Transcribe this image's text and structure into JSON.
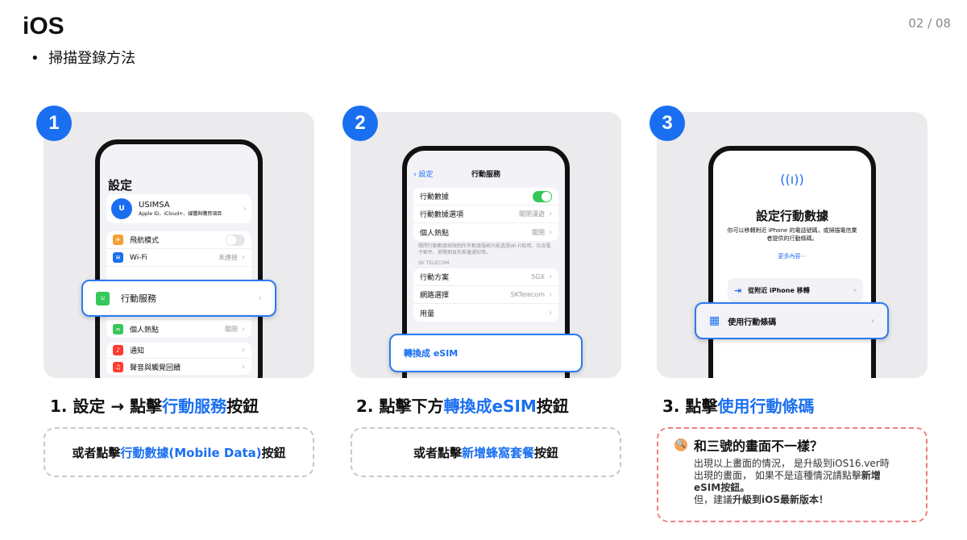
{
  "header": {
    "title": "iOS",
    "bullet": "•",
    "subtitle": "掃描登錄方法",
    "page": "02 / 08"
  },
  "colors": {
    "accent": "#1a6ff0",
    "card_bg": "#ebebed",
    "warn_border": "#f08080"
  },
  "steps": [
    {
      "number": "1",
      "screen": {
        "title": "設定",
        "account_name": "USIMSA",
        "account_sub": "Apple ID、iCloud+、媒體與購買項目",
        "rows": [
          {
            "label": "飛航模式",
            "icon": "airplane-icon"
          },
          {
            "label": "Wi-Fi",
            "value": "未連接",
            "icon": "wifi-icon"
          },
          {
            "label": "行動服務",
            "icon": "antenna-icon"
          },
          {
            "label": "個人熱點",
            "value": "關閉",
            "icon": "hotspot-icon"
          },
          {
            "label": "通知",
            "icon": "bell-icon"
          },
          {
            "label": "聲音與觸覺回饋",
            "icon": "sound-icon"
          }
        ]
      },
      "highlight": "行動服務",
      "caption": {
        "pre": "1. 設定 → 點擊",
        "hl": "行動服務",
        "post": "按鈕"
      },
      "note": {
        "pre": "或者點擊",
        "hl": "行動數據(Mobile Data)",
        "post": "按鈕"
      }
    },
    {
      "number": "2",
      "screen": {
        "back": "設定",
        "title": "行動服務",
        "rows1": [
          {
            "label": "行動數據"
          },
          {
            "label": "行動數據選項",
            "value": "關閉漫遊"
          },
          {
            "label": "個人熱點",
            "value": "關閉"
          }
        ],
        "footnote": "關閉行動數據來限制所有數據服務只能透過Wi-Fi取用，包含電子郵件、瀏覽網頁和推播通知等。",
        "section": "SK TELECOM",
        "rows2": [
          {
            "label": "行動方案",
            "value": "5GX"
          },
          {
            "label": "網路選擇",
            "value": "SKTelecom"
          },
          {
            "label": "用量"
          }
        ]
      },
      "highlight": "轉換成 eSIM",
      "caption": {
        "pre": "2. 點擊下方",
        "hl": "轉換成eSIM",
        "post": "按鈕"
      },
      "note": {
        "pre": "或者點擊",
        "hl": "新增蜂窩套餐",
        "post": "按鈕"
      }
    },
    {
      "number": "3",
      "screen": {
        "title": "設定行動數據",
        "desc": "你可以移轉附近 iPhone 的電話號碼，或掃描電信業者提供的行動條碼。",
        "more": "更多內容⋯",
        "option1": "從附近 iPhone 移轉"
      },
      "highlight": "使用行動條碼",
      "caption": {
        "pre": "3. 點擊",
        "hl": "使用行動條碼",
        "post": ""
      },
      "warning": {
        "title": "和三號的畫面不一樣？",
        "l1": "出現以上畫面的情況， 是升級到iOS16.ver時",
        "l2a": "出現的畫面， 如果不是這種情況請點擊",
        "l2b": "新增",
        "l3": "eSIM按鈕。",
        "l4a": "但，建議",
        "l4b": "升級到iOS最新版本！"
      }
    }
  ]
}
